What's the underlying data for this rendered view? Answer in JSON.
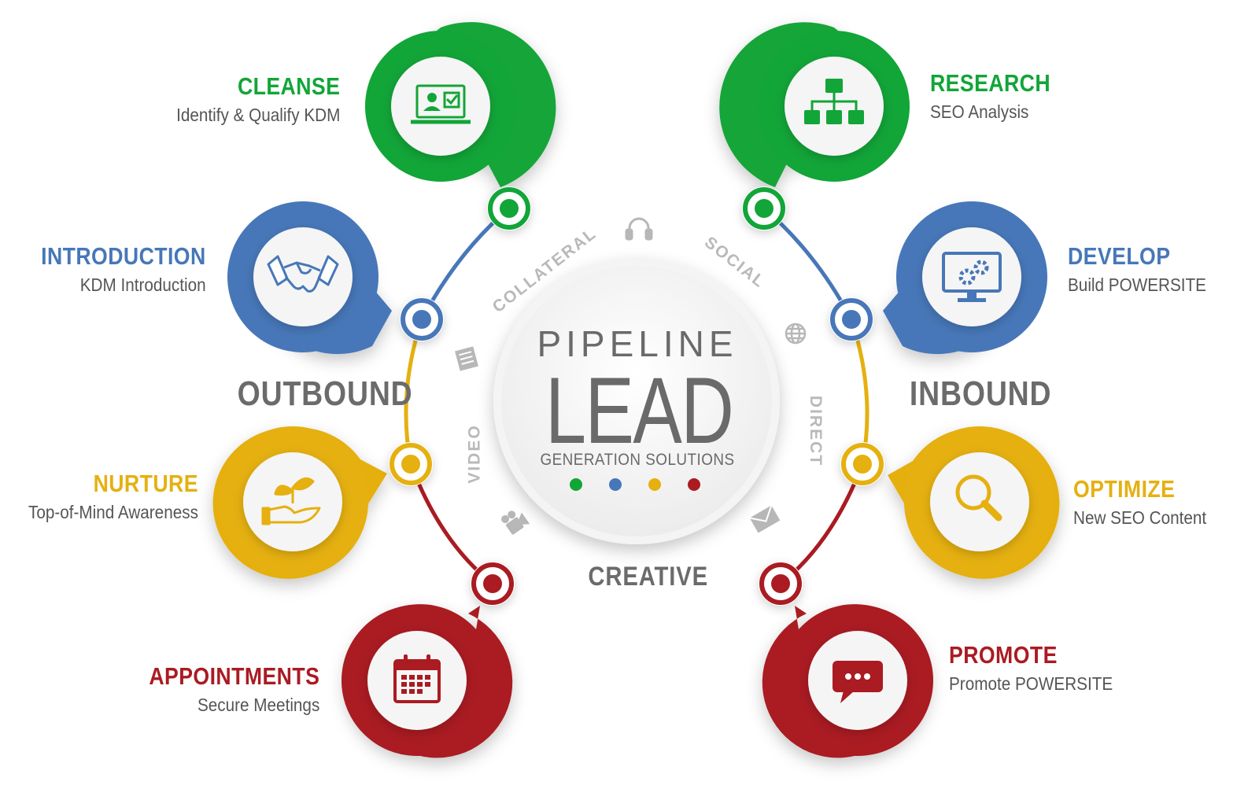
{
  "center": {
    "line1": "PIPELINE",
    "line2": "LEAD",
    "line3": "GENERATION SOLUTIONS"
  },
  "sides": {
    "left": "OUTBOUND",
    "right": "INBOUND",
    "bottom": "CREATIVE"
  },
  "ring_words": {
    "collateral": "COLLATERAL",
    "social": "SOCIAL",
    "video": "VIDEO",
    "direct": "DIRECT"
  },
  "steps": {
    "cleanse": {
      "title": "CLEANSE",
      "subtitle": "Identify & Qualify KDM",
      "icon": "laptop-profile-check-icon"
    },
    "introduction": {
      "title": "INTRODUCTION",
      "subtitle": "KDM Introduction",
      "icon": "handshake-icon"
    },
    "nurture": {
      "title": "NURTURE",
      "subtitle": "Top-of-Mind Awareness",
      "icon": "hand-plant-icon"
    },
    "appointments": {
      "title": "APPOINTMENTS",
      "subtitle": "Secure Meetings",
      "icon": "calendar-icon"
    },
    "research": {
      "title": "RESEARCH",
      "subtitle": "SEO Analysis",
      "icon": "sitemap-icon"
    },
    "develop": {
      "title": "DEVELOP",
      "subtitle": "Build POWERSITE",
      "icon": "monitor-gears-icon"
    },
    "optimize": {
      "title": "OPTIMIZE",
      "subtitle": "New SEO Content",
      "icon": "magnifier-icon"
    },
    "promote": {
      "title": "PROMOTE",
      "subtitle": "Promote POWERSITE",
      "icon": "chat-bubble-icon"
    }
  },
  "colors": {
    "green": "#12a538",
    "blue": "#4777b8",
    "yellow": "#e5b010",
    "red": "#aa1b22",
    "gray_text": "#6b6b6b"
  }
}
